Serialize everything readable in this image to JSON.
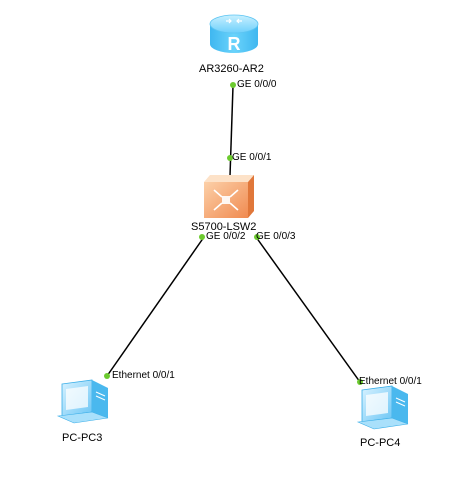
{
  "devices": {
    "router": {
      "name": "AR3260-AR2",
      "icon": "router-icon",
      "glyph": "R"
    },
    "switch": {
      "name": "S5700-LSW2",
      "icon": "switch-icon"
    },
    "pc3": {
      "name": "PC-PC3",
      "icon": "pc-icon"
    },
    "pc4": {
      "name": "PC-PC4",
      "icon": "pc-icon"
    }
  },
  "ports": {
    "router_ge000": "GE 0/0/0",
    "switch_ge001": "GE 0/0/1",
    "switch_ge002": "GE 0/0/2",
    "switch_ge003": "GE 0/0/3",
    "pc3_eth001": "Ethernet 0/0/1",
    "pc4_eth001": "Ethernet 0/0/1"
  },
  "links": [
    {
      "from": "router",
      "from_port": "GE 0/0/0",
      "to": "switch",
      "to_port": "GE 0/0/1"
    },
    {
      "from": "switch",
      "from_port": "GE 0/0/2",
      "to": "pc3",
      "to_port": "Ethernet 0/0/1"
    },
    {
      "from": "switch",
      "from_port": "GE 0/0/3",
      "to": "pc4",
      "to_port": "Ethernet 0/0/1"
    }
  ],
  "colors": {
    "link": "#000000",
    "port_dot": "#6ccb2f",
    "router_fill": "#4fc3f7",
    "switch_fill": "#f5a872",
    "pc_fill": "#8fd3f8"
  }
}
